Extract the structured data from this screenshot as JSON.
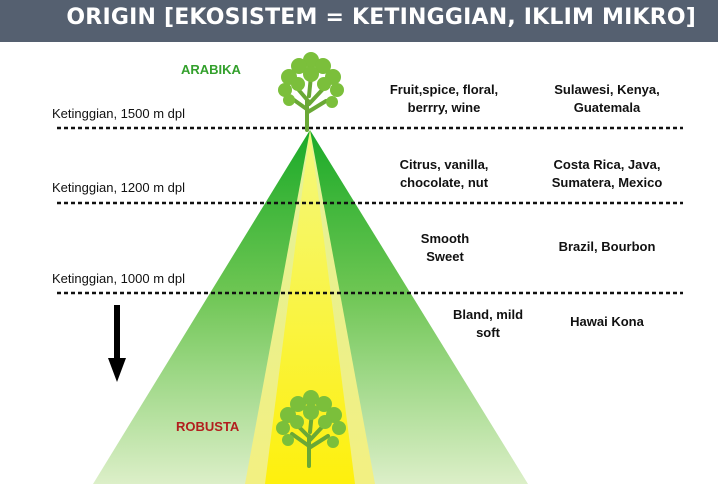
{
  "title": "ORIGIN [EKOSISTEM = KETINGGIAN, IKLIM MIKRO]",
  "species": {
    "top": "ARABIKA",
    "bottom": "ROBUSTA"
  },
  "altitudes": [
    "Ketinggian, 1500 m dpl",
    "Ketinggian, 1200 m dpl",
    "Ketinggian, 1000 m dpl"
  ],
  "zones": [
    {
      "flavor": [
        "Fruit,spice, floral,",
        "berrry, wine"
      ],
      "origin": [
        "Sulawesi, Kenya,",
        "Guatemala"
      ]
    },
    {
      "flavor": [
        "Citrus, vanilla,",
        "chocolate, nut"
      ],
      "origin": [
        "Costa Rica, Java,",
        "Sumatera, Mexico"
      ]
    },
    {
      "flavor": [
        "Smooth",
        "Sweet"
      ],
      "origin": [
        "Brazil, Bourbon"
      ]
    },
    {
      "flavor": [
        "Bland, mild",
        "soft"
      ],
      "origin": [
        "Hawai Kona"
      ]
    }
  ],
  "colors": {
    "title_bar": "#556070",
    "arabika_label": "#33a02c",
    "robusta_label": "#b21e1e",
    "pyramid_dark": "#1aaa28",
    "pyramid_light": "#dcefc8",
    "center_band": "#f5f07a",
    "tree": "#7bbf3b",
    "trunk": "#6aa836"
  },
  "icons": [
    "coffee-tree-icon",
    "down-arrow-icon"
  ]
}
